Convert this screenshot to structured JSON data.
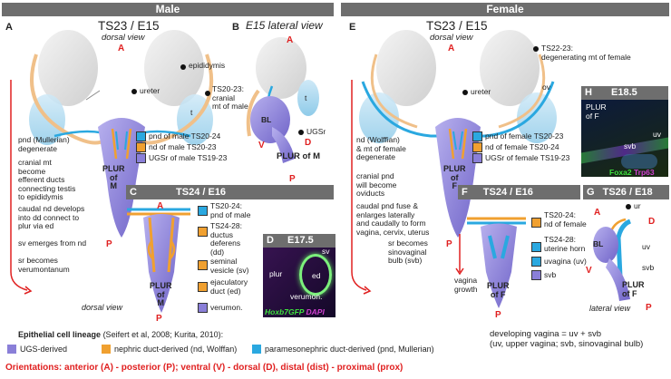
{
  "headers": {
    "male": "Male",
    "female": "Female"
  },
  "panel_letters": {
    "A": "A",
    "B": "B",
    "C": "C",
    "D": "D",
    "E": "E",
    "F": "F",
    "G": "G",
    "H": "H"
  },
  "panelA": {
    "title": "TS23 / E15",
    "subtitle": "dorsal view",
    "anterior": "A",
    "posterior": "P",
    "epididymis": "epididymis",
    "ureter": "ureter",
    "cranial": "TS20-23:\ncranial\nmt of male",
    "t": "t",
    "legend": [
      {
        "label": "pnd of male TS20-24",
        "color": "#2aa8e0"
      },
      {
        "label": "nd of male TS20-23",
        "color": "#f0a030"
      },
      {
        "label": "UGSr of male TS19-23",
        "color": "#8a7fd8"
      }
    ],
    "plur": "PLUR\nof\nM",
    "notes": [
      "pnd (Mullerian)\ndegenerate",
      "cranial mt\nbecome\nefferent ducts\nconnecting testis\nto epididymis",
      "caudal nd develops\ninto dd connect to\nplur via ed",
      "sv emerges from nd",
      "sr becomes\nverumontanum"
    ]
  },
  "panelB": {
    "title": "E15 lateral view",
    "anterior": "A",
    "ventral": "V",
    "dorsal": "D",
    "posterior": "P",
    "bl": "BL",
    "ugsr": "UGSr",
    "plur": "PLUR of M",
    "t": "t"
  },
  "panelC": {
    "title": "TS24 / E16",
    "anterior": "A",
    "posterior": "P",
    "items": [
      {
        "label": "TS20-24:\npnd of male",
        "color": "#2aa8e0"
      },
      {
        "label": "TS24-28:\nductus\ndeferens\n(dd)",
        "color": "#f0a030"
      },
      {
        "label": "seminal\nvesicle (sv)",
        "color": "#f0a030"
      },
      {
        "label": "ejaculatory\nduct (ed)",
        "color": "#f0a030"
      },
      {
        "label": "verumon.",
        "color": "#8a7fd8"
      }
    ],
    "plur": "PLUR\nof\nM",
    "view": "dorsal view"
  },
  "panelD": {
    "title": "E17.5",
    "sv": "sv",
    "ed": "ed",
    "plur": "plur",
    "verumon": "verumon.",
    "stain_a": "Hoxb7GFP",
    "stain_b": "DAPI"
  },
  "panelE": {
    "title": "TS23 / E15",
    "subtitle": "dorsal view",
    "anterior": "A",
    "posterior": "P",
    "ureter": "ureter",
    "ov": "ov",
    "degen": "TS22-23:\ndegenerating mt of female",
    "legend": [
      {
        "label": "pnd of female TS20-23",
        "color": "#2aa8e0"
      },
      {
        "label": "nd of female TS20-24",
        "color": "#f0a030"
      },
      {
        "label": "UGSr of female TS19-23",
        "color": "#8a7fd8"
      }
    ],
    "plur": "PLUR\nof\nF",
    "notes": [
      "nd (Wolffian)\n& mt of female\ndegenerate",
      "cranial pnd\nwill become\noviducts",
      "caudal pnd fuse &\nenlarges laterally\nand caudally to form\nvagina, cervix, uterus",
      "sr becomes\nsinovaginal\nbulb (svb)"
    ]
  },
  "panelF": {
    "title": "TS24 / E16",
    "items": [
      {
        "label": "TS20-24:\nnd of female",
        "color": "#f0a030"
      },
      {
        "label": "TS24-28:\nuterine horn",
        "color": "#2aa8e0"
      },
      {
        "label": "uvagina (uv)",
        "color": "#2aa8e0"
      },
      {
        "label": "svb",
        "color": "#8a7fd8"
      }
    ],
    "growth": "vagina\ngrowth",
    "plur": "PLUR\nof F",
    "posterior": "P"
  },
  "panelG": {
    "title": "TS26 / E18",
    "ur": "ur",
    "anterior": "A",
    "dorsal": "D",
    "ventral": "V",
    "posterior": "P",
    "bl": "BL",
    "uv": "uv",
    "svb": "svb",
    "plur": "PLUR\nof F",
    "view": "lateral view"
  },
  "panelH": {
    "title": "E18.5",
    "plur": "PLUR\nof F",
    "svb": "svb",
    "uv": "uv",
    "stain_a": "Foxa2",
    "stain_b": "Trp63"
  },
  "vagina_note": "developing vagina = uv + svb\n(uv, upper vagina; svb, sinovaginal bulb)",
  "lineage": {
    "title": "Epithelial cell lineage",
    "refs": "(Seifert et al, 2008; Kurita, 2010):",
    "items": [
      {
        "label": "UGS-derived",
        "color": "#8a7fd8"
      },
      {
        "label": "nephric duct-derived (nd, Wolffan)",
        "color": "#f0a030"
      },
      {
        "label": "paramesonephric duct-derived (pnd, Mullerian)",
        "color": "#2aa8e0"
      }
    ]
  },
  "orientation": "Orientations: anterior (A) - posterior (P); ventral (V) - dorsal (D), distal (dist) - proximal (prox)",
  "colors": {
    "ugs": "#8a7fd8",
    "nd": "#f0a030",
    "pnd": "#2aa8e0",
    "red": "#e02020",
    "bar": "#6e6e6e"
  }
}
